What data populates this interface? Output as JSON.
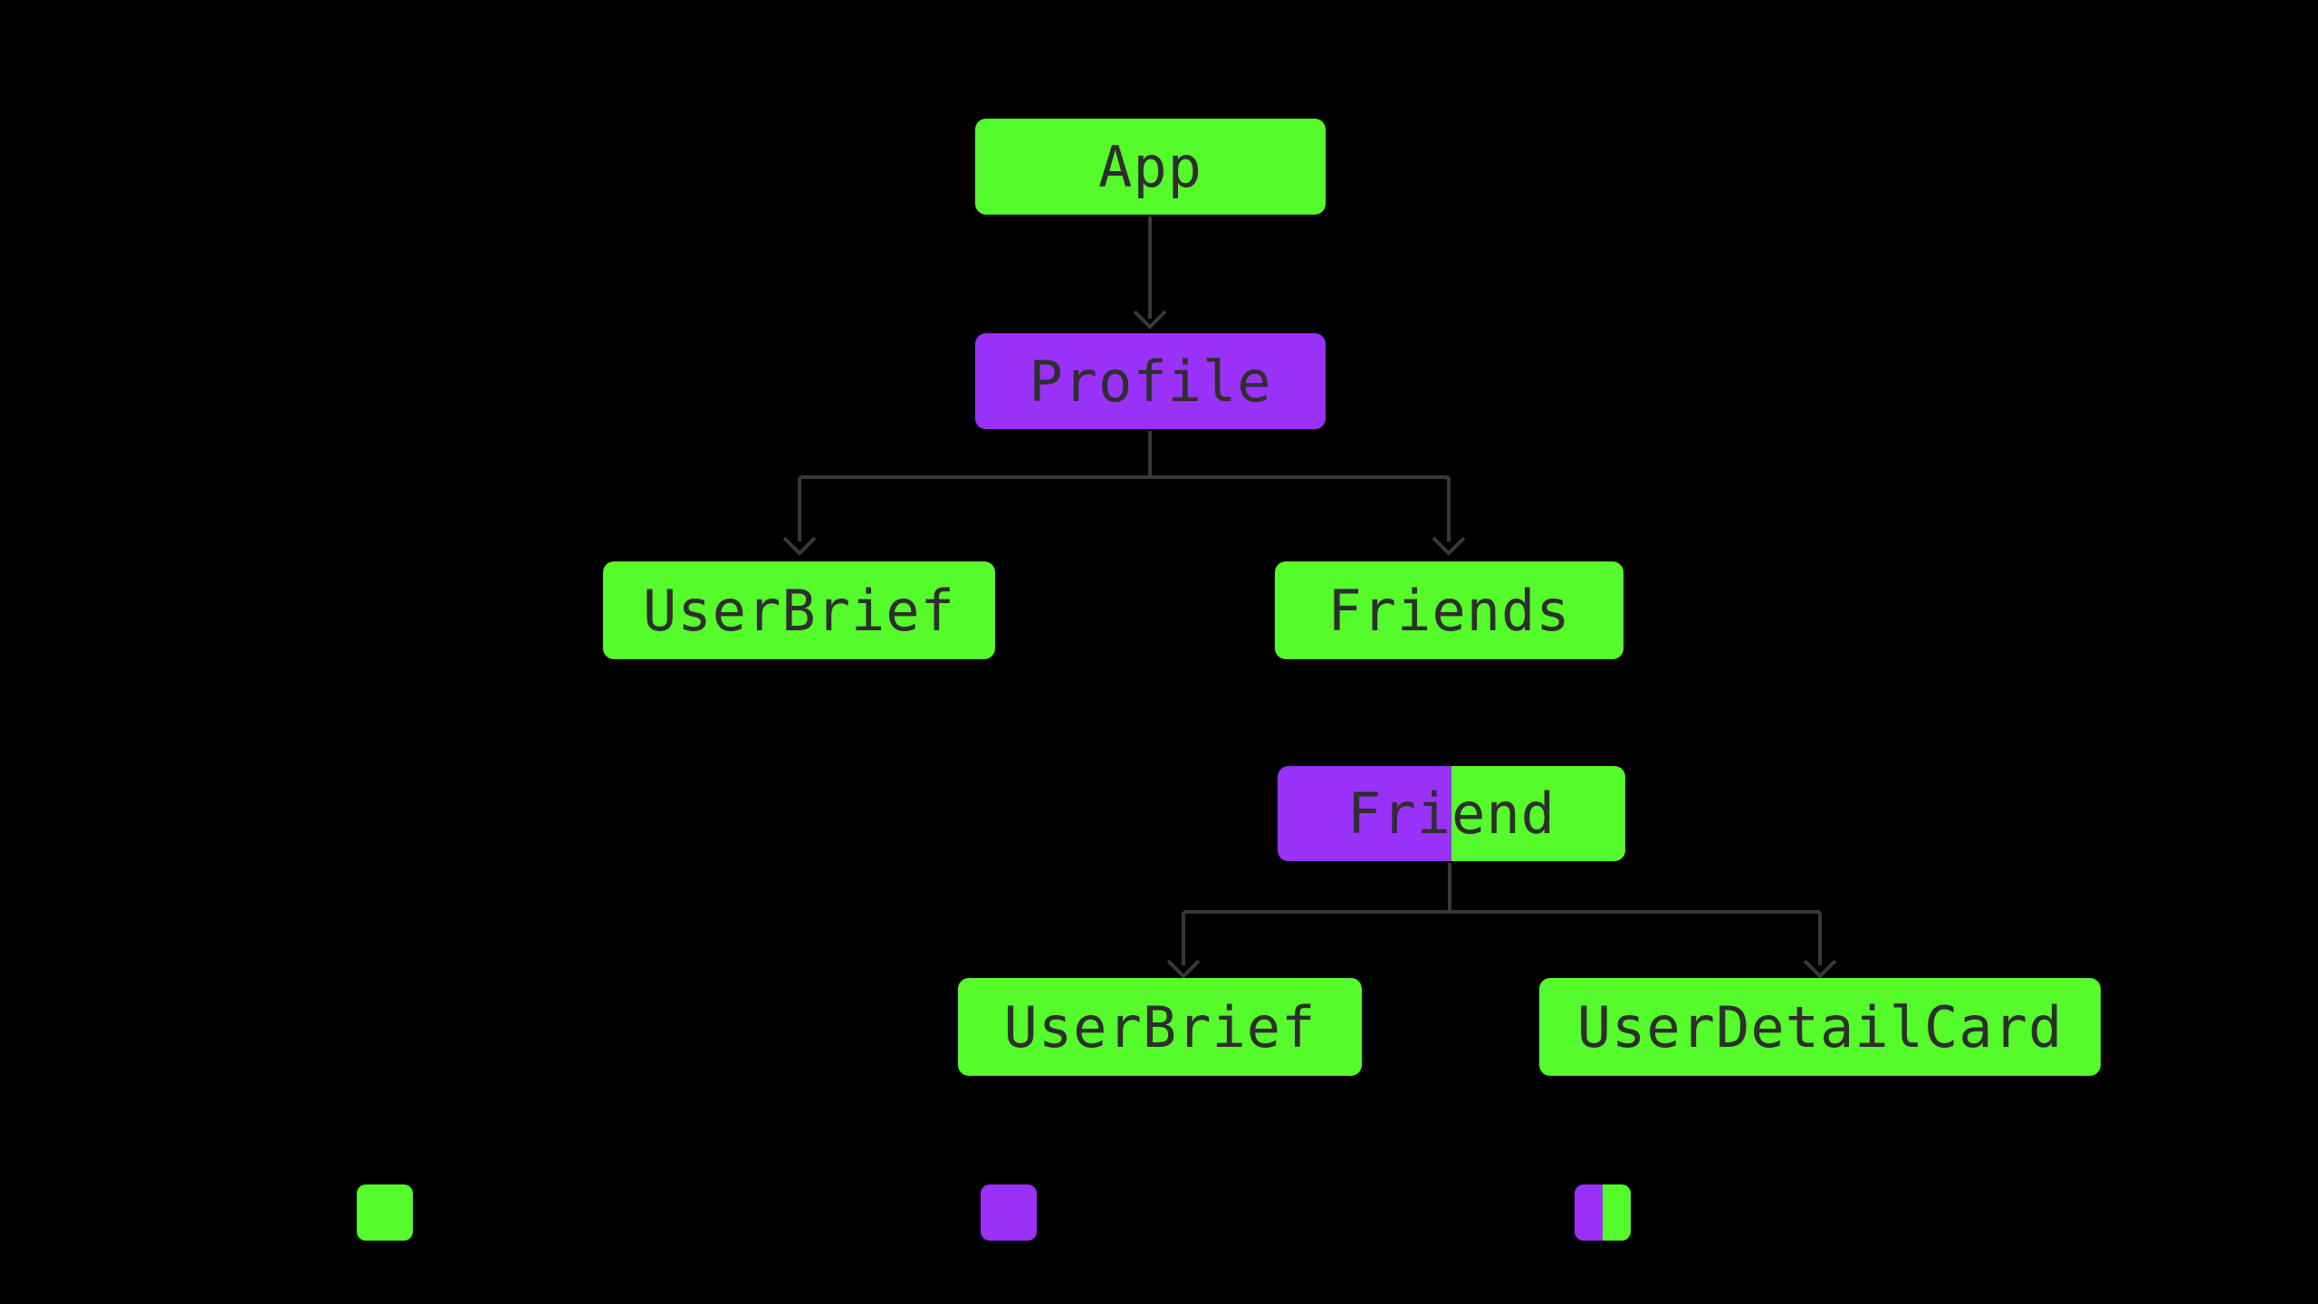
{
  "colors": {
    "background": "#000000",
    "green": "#55FB2A",
    "purple": "#9A31F9",
    "line": "#383838",
    "text": "#2E2E2E"
  },
  "tree": {
    "nodes": [
      {
        "id": "app",
        "label": "App",
        "variant": "green"
      },
      {
        "id": "profile",
        "label": "Profile",
        "variant": "purple"
      },
      {
        "id": "userbrief-1",
        "label": "UserBrief",
        "variant": "green"
      },
      {
        "id": "friends",
        "label": "Friends",
        "variant": "green"
      },
      {
        "id": "friend",
        "label": "Friend",
        "variant": "split"
      },
      {
        "id": "userbrief-2",
        "label": "UserBrief",
        "variant": "green"
      },
      {
        "id": "userdetailcard",
        "label": "UserDetailCard",
        "variant": "green"
      }
    ],
    "edges": [
      {
        "from": "App",
        "to": "Profile"
      },
      {
        "from": "Profile",
        "to": "UserBrief"
      },
      {
        "from": "Profile",
        "to": "Friends"
      },
      {
        "from": "Friend",
        "to": "UserBrief"
      },
      {
        "from": "Friend",
        "to": "UserDetailCard"
      }
    ]
  },
  "legend": {
    "items": [
      {
        "swatch": "green"
      },
      {
        "swatch": "purple"
      },
      {
        "swatch": "split"
      }
    ]
  }
}
